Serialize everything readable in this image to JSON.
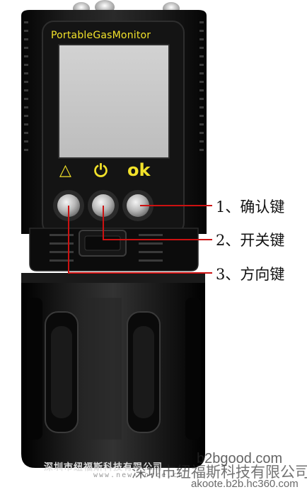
{
  "device": {
    "title": "PortableGasMonitor",
    "button_symbols": {
      "up": "△",
      "power": "⏻",
      "ok": "ok"
    }
  },
  "callouts": [
    {
      "label": "1、确认键"
    },
    {
      "label": "2、开关键"
    },
    {
      "label": "3、方向键"
    }
  ],
  "footer": {
    "company": "深圳市纽福斯科技有限公司",
    "url": "www.new-force.cn"
  },
  "watermarks": {
    "site": "b2bgood.com",
    "company": "深圳市纽福斯科技有限公司",
    "source": "akoote.b2b.hc360.com"
  },
  "colors": {
    "device_body": "#0e0e0e",
    "label_yellow": "#f2e22a",
    "leader_line": "#cc1111",
    "screen": "#c8c8c8"
  }
}
